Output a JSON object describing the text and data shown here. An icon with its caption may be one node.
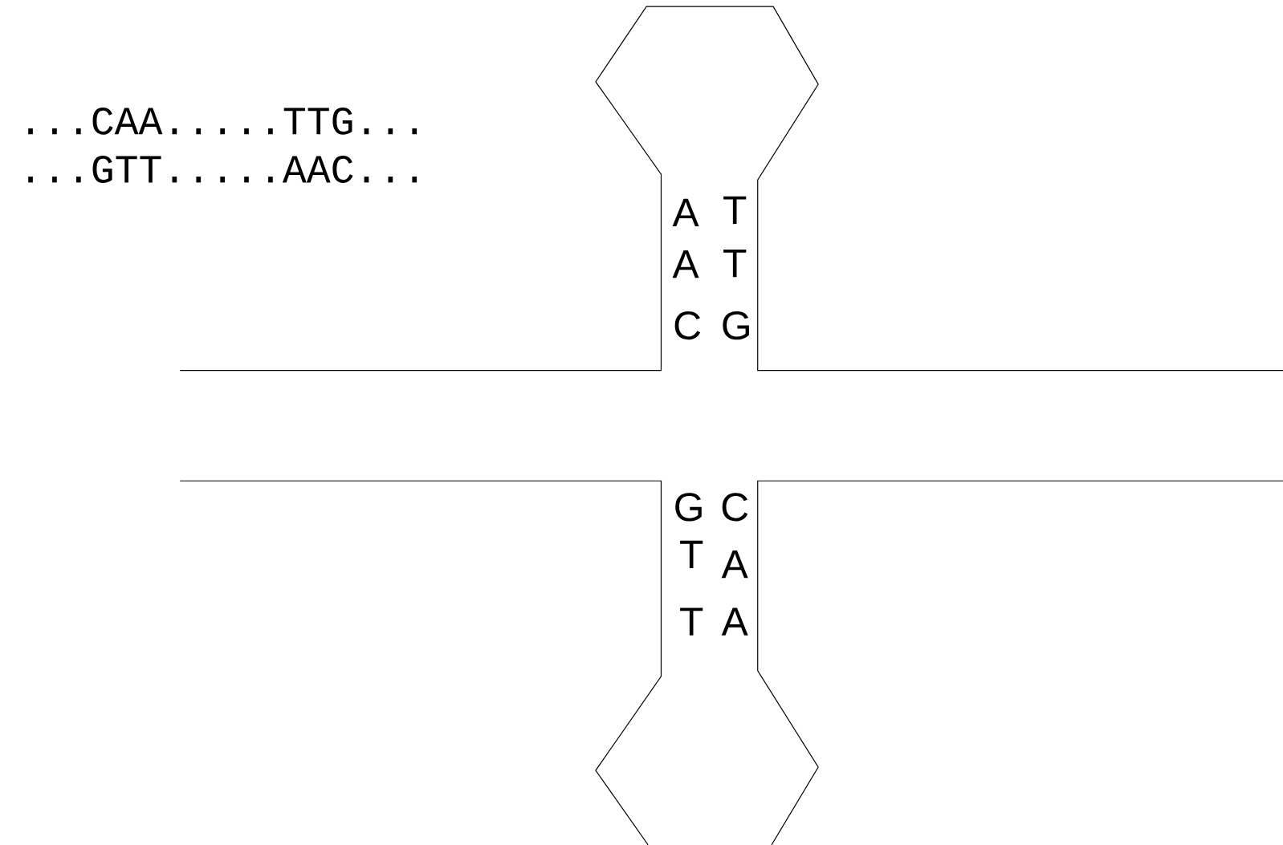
{
  "diagram": {
    "labels": [
      "...CAA.....TTG...",
      "...GTT.....AAC...",
      "A",
      "T",
      "A",
      "T",
      "C",
      "G",
      "G",
      "C",
      "T",
      "A",
      "T",
      "A"
    ]
  }
}
